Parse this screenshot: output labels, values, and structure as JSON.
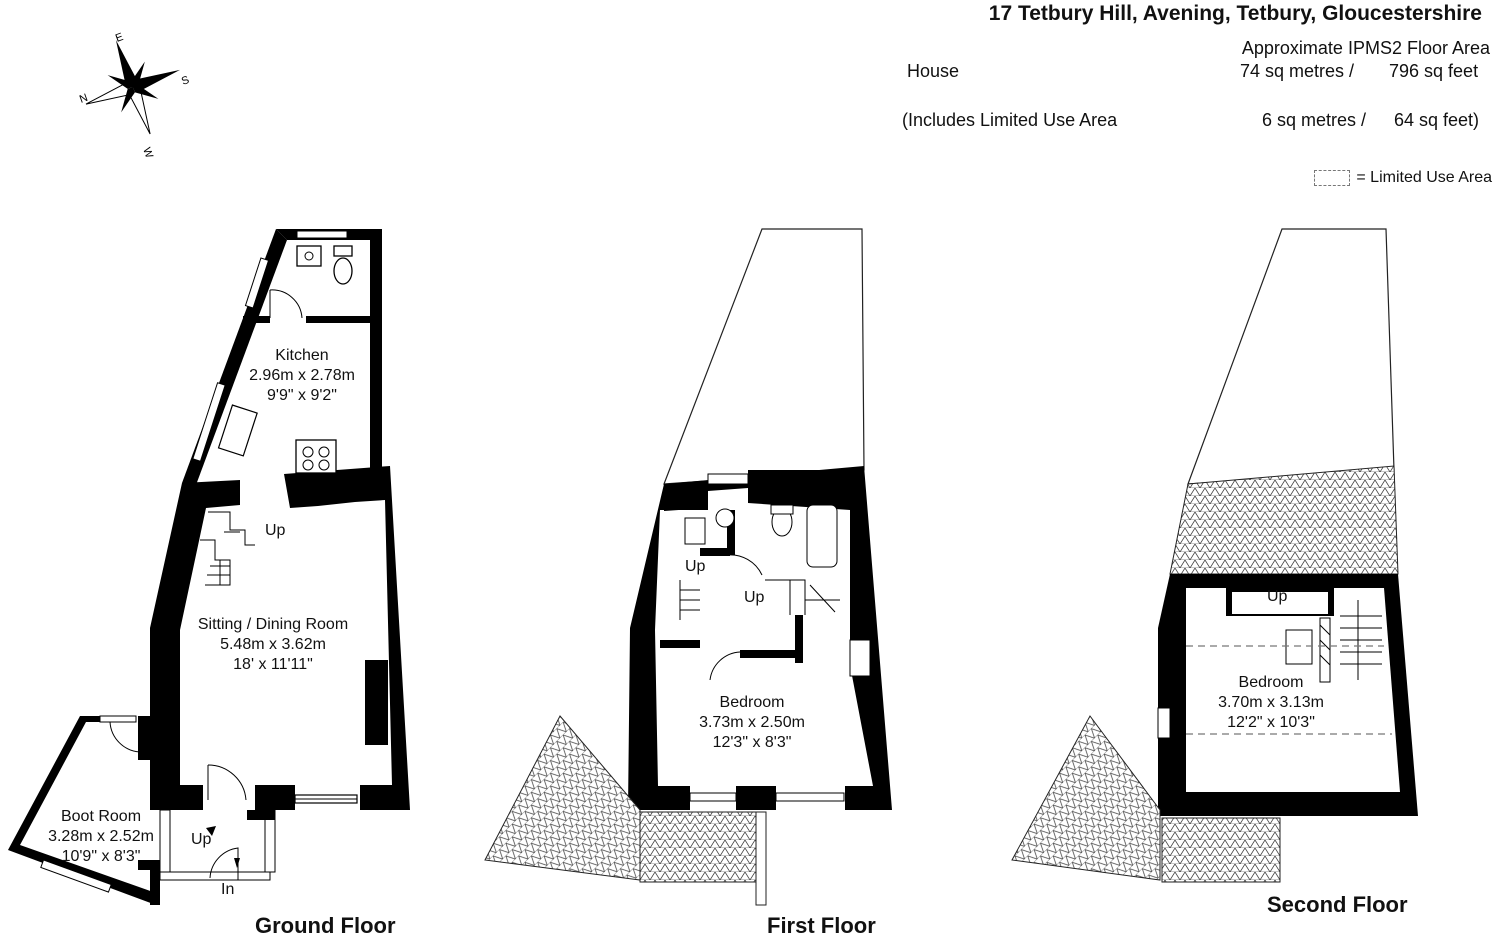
{
  "header": {
    "address": "17 Tetbury Hill, Avening, Tetbury, Gloucestershire",
    "area_heading": "Approximate IPMS2 Floor Area",
    "house_label": "House",
    "house_metres": "74 sq metres /",
    "house_feet": "796 sq feet",
    "limited_label": "(Includes Limited Use Area",
    "limited_metres": "6 sq metres /",
    "limited_feet": "64 sq feet)",
    "legend_text": "= Limited Use Area"
  },
  "compass": {
    "n": "N",
    "e": "E",
    "s": "S",
    "w": "W"
  },
  "floors": {
    "ground": {
      "label": "Ground Floor",
      "kitchen": {
        "name": "Kitchen",
        "metric": "2.96m x 2.78m",
        "imperial": "9'9\" x 9'2\""
      },
      "sitting": {
        "name": "Sitting / Dining Room",
        "metric": "5.48m x 3.62m",
        "imperial": "18' x 11'11\""
      },
      "boot": {
        "name": "Boot Room",
        "metric": "3.28m x 2.52m",
        "imperial": "10'9\" x 8'3\""
      },
      "stairs_up": "Up",
      "entry_up": "Up",
      "entry_in": "In"
    },
    "first": {
      "label": "First Floor",
      "bedroom": {
        "name": "Bedroom",
        "metric": "3.73m x 2.50m",
        "imperial": "12'3\" x 8'3\""
      },
      "up_a": "Up",
      "up_b": "Up"
    },
    "second": {
      "label": "Second Floor",
      "bedroom": {
        "name": "Bedroom",
        "metric": "3.70m x 3.13m",
        "imperial": "12'2\" x 10'3\""
      },
      "stairs_up": "Up"
    }
  },
  "colors": {
    "wall": "#000000",
    "line": "#222222",
    "roof": "#555555",
    "limited": "#777777"
  }
}
